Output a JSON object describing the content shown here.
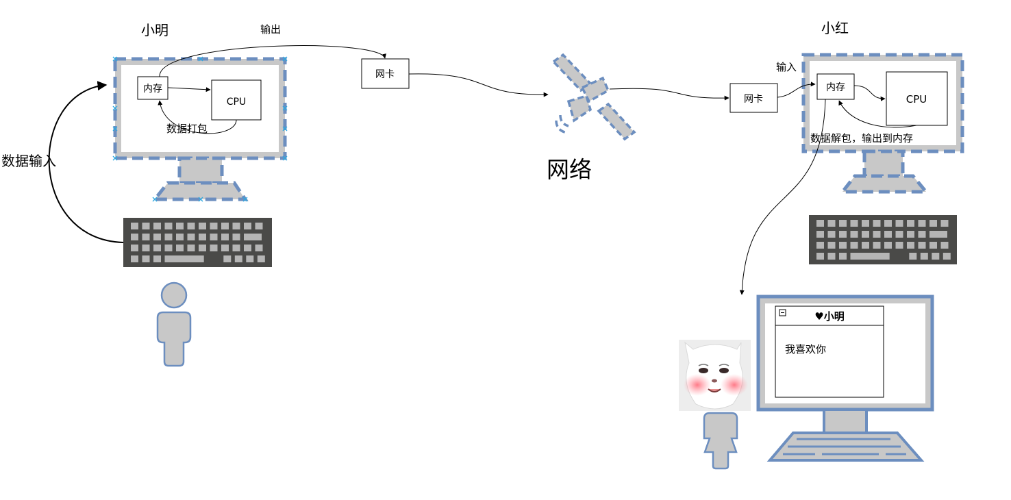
{
  "labels": {
    "xiaoming": "小明",
    "xiaohong": "小红",
    "output": "输出",
    "input": "输入",
    "data_input": "数据输入",
    "nic_left": "网卡",
    "nic_right": "网卡",
    "network": "网络",
    "memory_left": "内存",
    "cpu_left": "CPU",
    "pack": "数据打包",
    "memory_right": "内存",
    "cpu_right": "CPU",
    "unpack": "数据解包，输出到内存"
  },
  "message_window": {
    "title": "♥小明",
    "body": "我喜欢你"
  },
  "colors": {
    "monitor_gray": "#c8c8c8",
    "dash_blue": "#6c8ebf",
    "keyboard_dark": "#4a4a48",
    "key_light": "#b5b5b5",
    "marker_cyan": "#2fa8e0"
  },
  "icons": [
    "monitor-icon",
    "keyboard-icon",
    "person-icon",
    "satellite-icon",
    "cat-face-icon"
  ]
}
